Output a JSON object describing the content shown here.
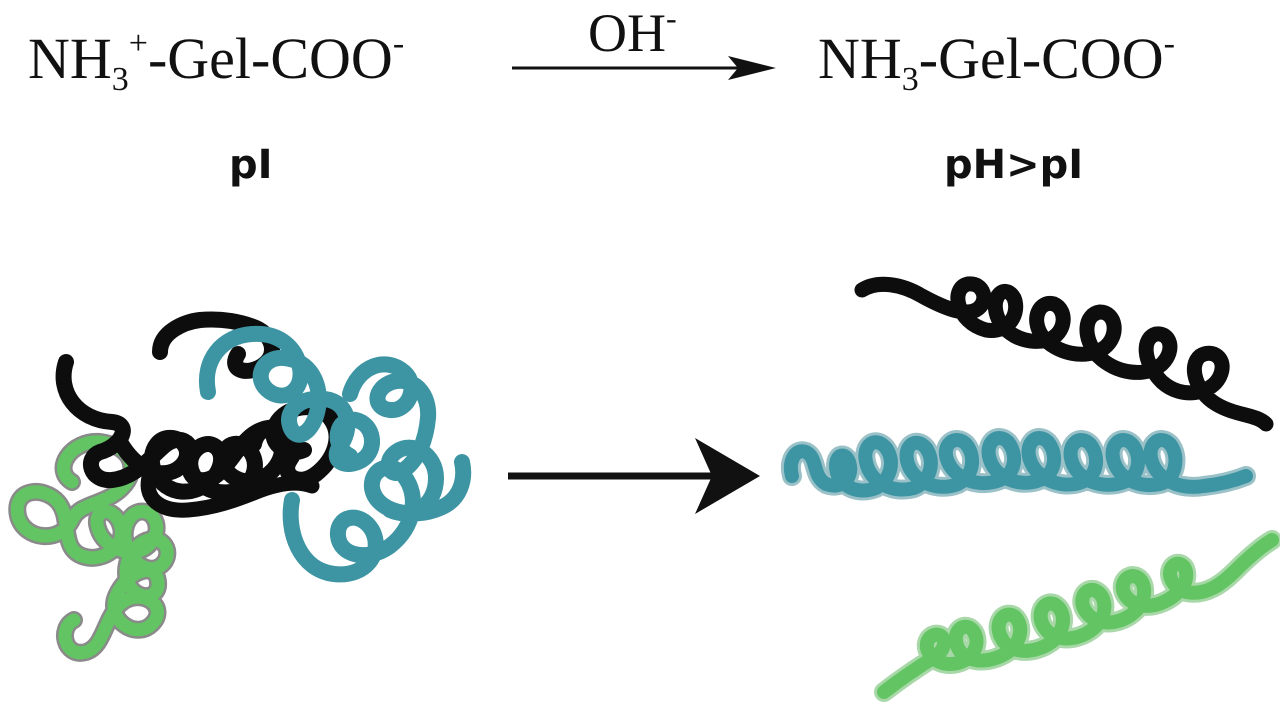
{
  "reaction": {
    "reactant": {
      "base": "NH",
      "sub": "3",
      "sup": "+",
      "rest": "-Gel-COO",
      "end_sup": "-"
    },
    "reagent": {
      "base": "OH",
      "sup": "-"
    },
    "product": {
      "base": "NH",
      "sub": "3",
      "rest": "-Gel-COO",
      "end_sup": "-"
    }
  },
  "conditions": {
    "left": "pI",
    "right": "pH>pI"
  },
  "colors": {
    "chain_black": "#0d0d0d",
    "chain_teal": "#3d95a3",
    "chain_green": "#62c462",
    "outline_gray": "#8a8a8a",
    "arrow": "#111111"
  }
}
